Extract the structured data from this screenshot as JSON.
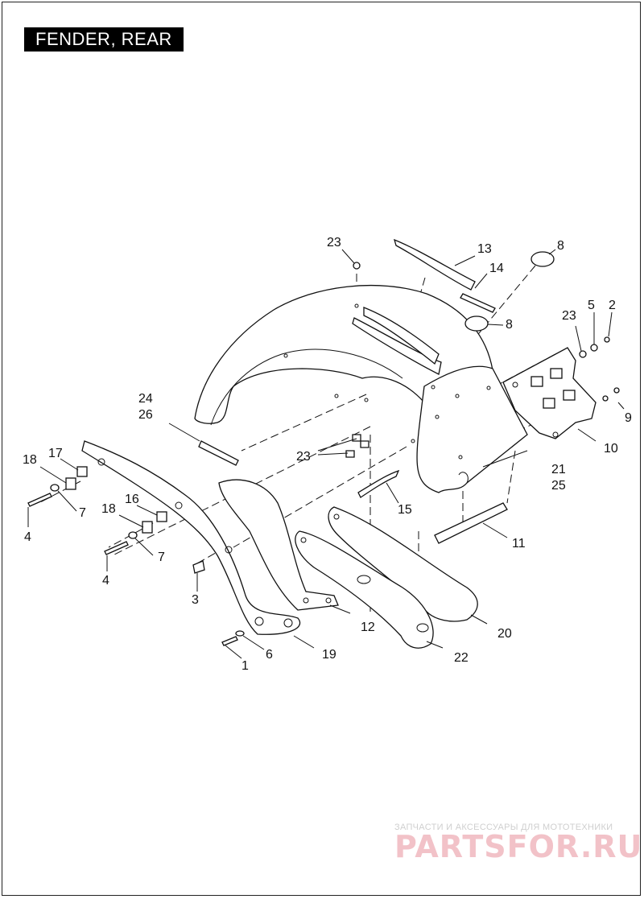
{
  "title": "FENDER, REAR",
  "callouts": {
    "c1": "1",
    "c2": "2",
    "c3": "3",
    "c4a": "4",
    "c4b": "4",
    "c5": "5",
    "c6": "6",
    "c7a": "7",
    "c7b": "7",
    "c8a": "8",
    "c8b": "8",
    "c9": "9",
    "c10": "10",
    "c11": "11",
    "c12": "12",
    "c13": "13",
    "c14": "14",
    "c15": "15",
    "c16": "16",
    "c17": "17",
    "c18a": "18",
    "c18b": "18",
    "c19": "19",
    "c20": "20",
    "c21": "21",
    "c25": "25",
    "c22": "22",
    "c23a": "23",
    "c23b": "23",
    "c23c": "23",
    "c24": "24",
    "c26": "26"
  },
  "watermark": {
    "tagline": "ЗАПЧАСТИ И АКСЕССУАРЫ ДЛЯ МОТОТЕХНИКИ",
    "brand": "PARTSFOR.RU"
  }
}
